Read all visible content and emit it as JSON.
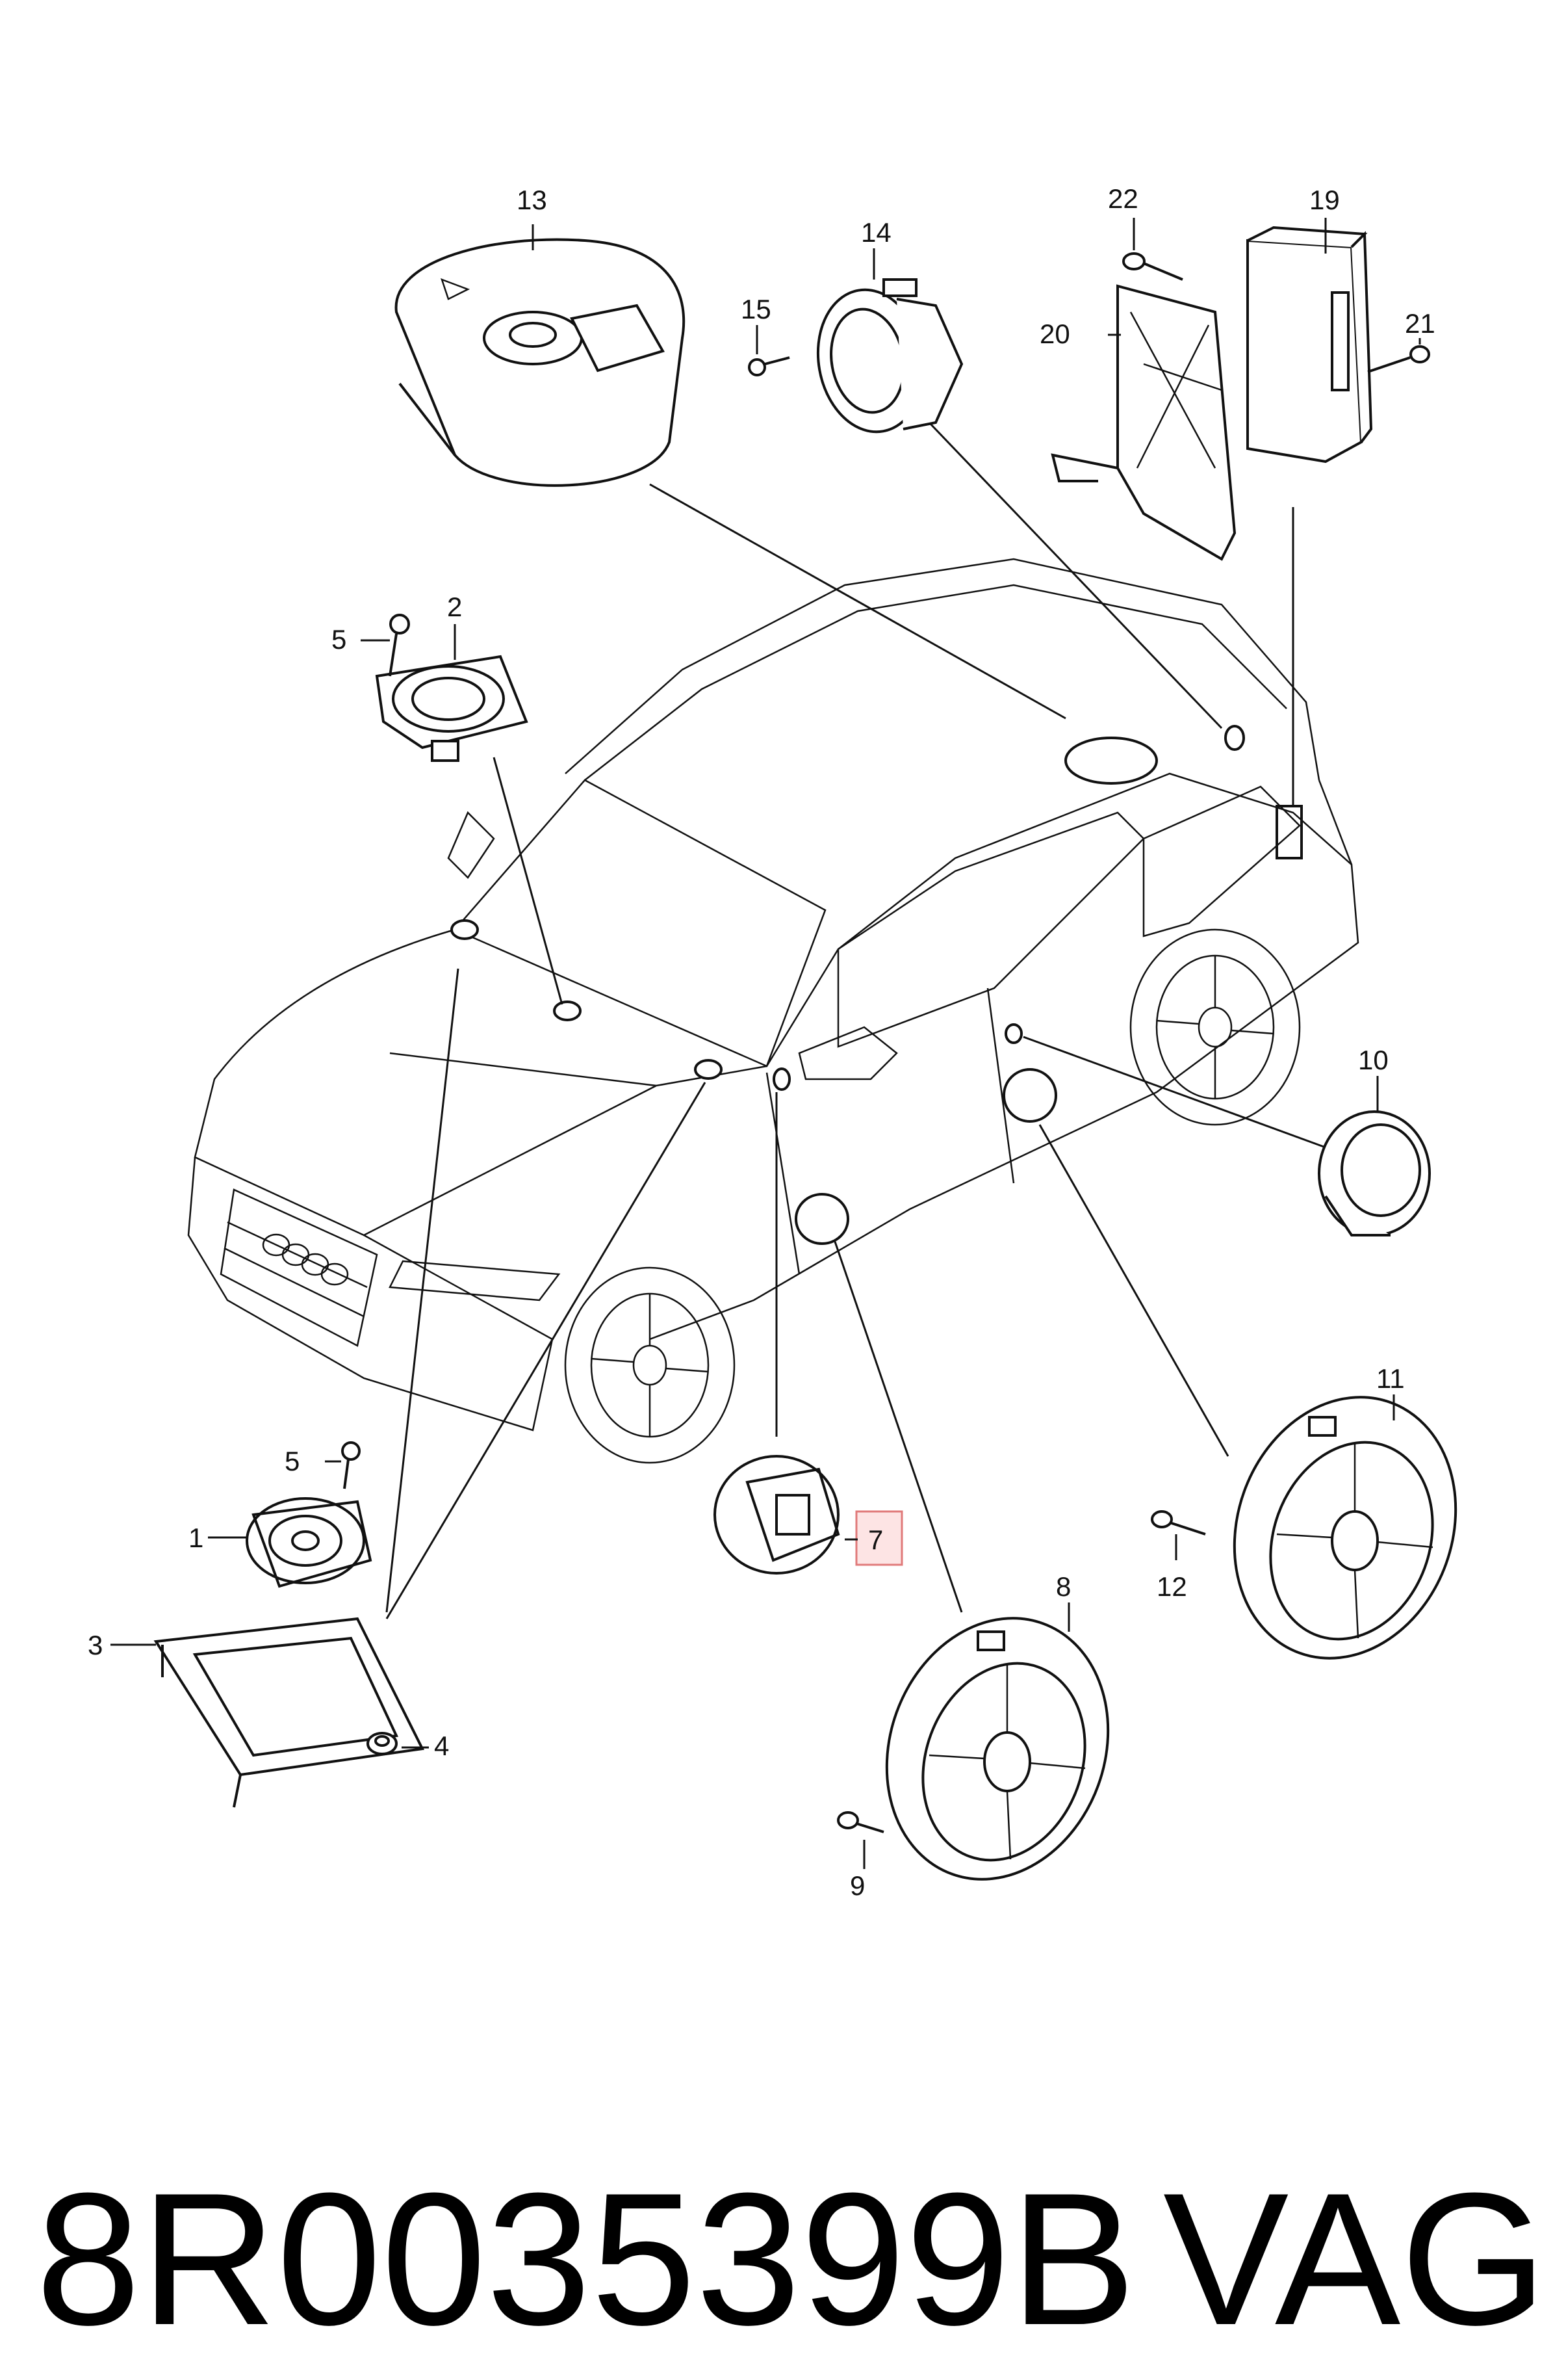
{
  "callouts": {
    "c1": "1",
    "c2": "2",
    "c3": "3",
    "c4": "4",
    "c5a": "5",
    "c5b": "5",
    "c7": "7",
    "c8": "8",
    "c9": "9",
    "c10": "10",
    "c11": "11",
    "c12": "12",
    "c13": "13",
    "c14": "14",
    "c15": "15",
    "c19": "19",
    "c20": "20",
    "c21": "21",
    "c22": "22"
  },
  "footer": {
    "part_number": "8R0035399B",
    "brand": "VAG"
  },
  "colors": {
    "line": "#111111",
    "highlight_fill": "#fde4e4",
    "highlight_stroke": "#e07a7a"
  }
}
